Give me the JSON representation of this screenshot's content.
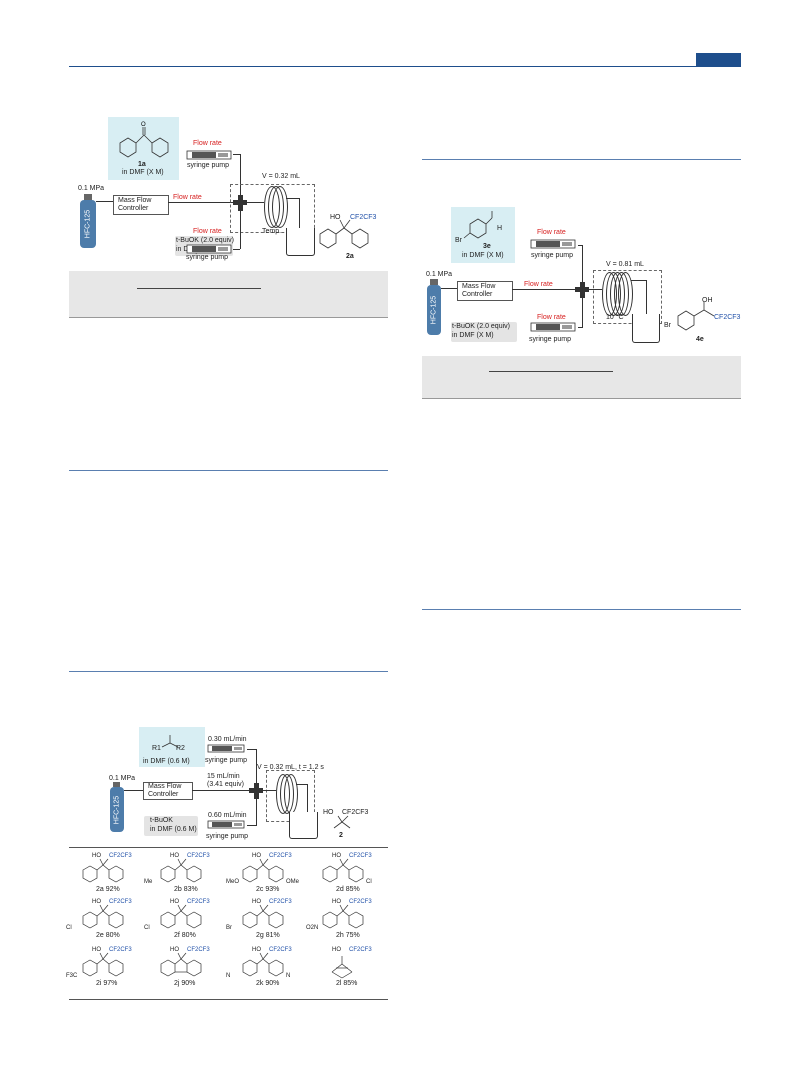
{
  "scheme_top": {
    "substrate_code": "1a",
    "substrate_solvent": "in DMF (X M)",
    "flow_rate_1": "Flow rate",
    "pump_1": "syringe pump",
    "pressure": "0.1 MPa",
    "cylinder": "HFC-125",
    "mfc_line1": "Mass Flow",
    "mfc_line2": "Controller",
    "flow_rate_gas": "Flow rate",
    "volume": "V = 0.32 mL",
    "temp": "Temp.",
    "base_line1": "t-BuOK (2.0 equiv)",
    "base_line2": "in DMF (X M)",
    "flow_rate_2": "Flow rate",
    "pump_2": "syringe pump",
    "product_code": "2a",
    "product_group": "CF2CF3",
    "product_oh": "HO"
  },
  "scheme_right": {
    "substrate_code": "3e",
    "substrate_solvent": "in DMF (X M)",
    "substituent": "Br",
    "ald_h": "H",
    "flow_rate_1": "Flow rate",
    "pump_1": "syringe pump",
    "pressure": "0.1 MPa",
    "cylinder": "HFC-125",
    "mfc_line1": "Mass Flow",
    "mfc_line2": "Controller",
    "flow_rate_gas": "Flow rate",
    "volume": "V = 0.81 mL",
    "temp": "10 °C",
    "base_line1": "t-BuOK (2.0 equiv)",
    "base_line2": "in DMF (X M)",
    "flow_rate_2": "Flow rate",
    "pump_2": "syringe pump",
    "product_code": "4e",
    "product_group": "CF2CF3",
    "product_oh": "OH",
    "product_sub": "Br"
  },
  "scheme_bottom": {
    "substrate_r1": "R1",
    "substrate_r2": "R2",
    "substrate_solvent": "in DMF (0.6 M)",
    "flow_rate_1": "0.30 mL/min",
    "pump_1": "syringe pump",
    "pressure": "0.1 MPa",
    "cylinder": "HFC-125",
    "mfc_line1": "Mass Flow",
    "mfc_line2": "Controller",
    "gas_rate_line1": "15 mL/min",
    "gas_rate_line2": "(3.41 equiv)",
    "volume": "V = 0.32 mL, t = 1.2 s",
    "base_line1": "t-BuOK",
    "base_line2": "in DMF (0.6 M)",
    "flow_rate_2": "0.60 mL/min",
    "pump_2": "syringe pump",
    "product_code": "2",
    "product_group": "CF2CF3",
    "product_oh": "HO"
  },
  "products": [
    {
      "label": "2a 92%",
      "sub_left": "",
      "sub_right": ""
    },
    {
      "label": "2b 83%",
      "sub_left": "Me",
      "sub_right": ""
    },
    {
      "label": "2c 93%",
      "sub_left": "MeO",
      "sub_right": "OMe"
    },
    {
      "label": "2d 85%",
      "sub_left": "",
      "sub_right": "Cl"
    },
    {
      "label": "2e 80%",
      "sub_left": "Cl",
      "sub_right": ""
    },
    {
      "label": "2f 80%",
      "sub_left": "Cl",
      "sub_right": ""
    },
    {
      "label": "2g 81%",
      "sub_left": "Br",
      "sub_right": ""
    },
    {
      "label": "2h 75%",
      "sub_left": "O2N",
      "sub_right": ""
    },
    {
      "label": "2i 97%",
      "sub_left": "F3C",
      "sub_right": ""
    },
    {
      "label": "2j 90%",
      "sub_left": "",
      "sub_right": ""
    },
    {
      "label": "2k 90%",
      "sub_left": "N",
      "sub_right": "N"
    },
    {
      "label": "2l 85%",
      "sub_left": "",
      "sub_right": ""
    }
  ],
  "colors": {
    "header_blue": "#1e4e8c",
    "flow_red": "#d72020",
    "fluoro_blue": "#2050a8",
    "cylinder_blue": "#4d7caa",
    "substrate_box": "#d8eef3"
  }
}
